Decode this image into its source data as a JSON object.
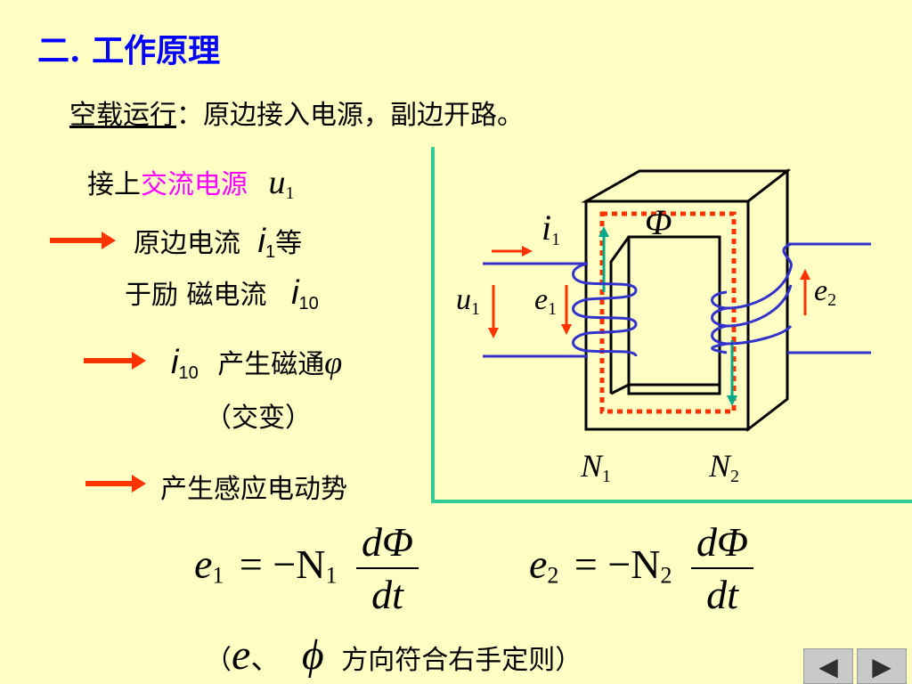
{
  "title": "二. 工作原理",
  "subtitle": {
    "term": "空载运行",
    "rest": "：原边接入电源，副边开路。"
  },
  "steps": {
    "s1_prefix": "接上",
    "s1_highlight": "交流电源",
    "s1_var": "u",
    "s1_sub": "1",
    "s2_text": "原边电流",
    "s2_var": "i",
    "s2_sub": "1",
    "s2_tail": "等",
    "s3_text": "于励 磁电流",
    "s3_var": "i",
    "s3_sub": "10",
    "s4_var": "i",
    "s4_sub": "10",
    "s4_text": "产生磁通",
    "s4_sym": "φ",
    "s5_text": "（交变）",
    "s6_text": "产生感应电动势"
  },
  "diagram": {
    "flux": "Φ",
    "i_var": "i",
    "i_sub": "1",
    "u_var": "u",
    "u_sub": "1",
    "e1_var": "e",
    "e1_sub": "1",
    "e2_var": "e",
    "e2_sub": "2",
    "n1_var": "N",
    "n1_sub": "1",
    "n2_var": "N",
    "n2_sub": "2"
  },
  "formulas": {
    "f1_lhs": "e",
    "f1_lhs_sub": "1",
    "f1_eq": "= −N",
    "f1_n_sub": "1",
    "num": "dΦ",
    "den": "dt",
    "f2_lhs": "e",
    "f2_lhs_sub": "2",
    "f2_eq": "= −N",
    "f2_n_sub": "2"
  },
  "footer": {
    "open": "（",
    "e": "e",
    "sep": "、",
    "phi": "ϕ",
    "text": "方向符合右手定则）"
  },
  "nav": {
    "prev": "◀",
    "next": "▶"
  },
  "colors": {
    "background": "#ffffc4",
    "title": "#0000ff",
    "highlight": "#ff00ff",
    "arrow": "#ff3300",
    "coil": "#3333cc",
    "flux_path": "#ff3300",
    "divider": "#33cc99"
  }
}
